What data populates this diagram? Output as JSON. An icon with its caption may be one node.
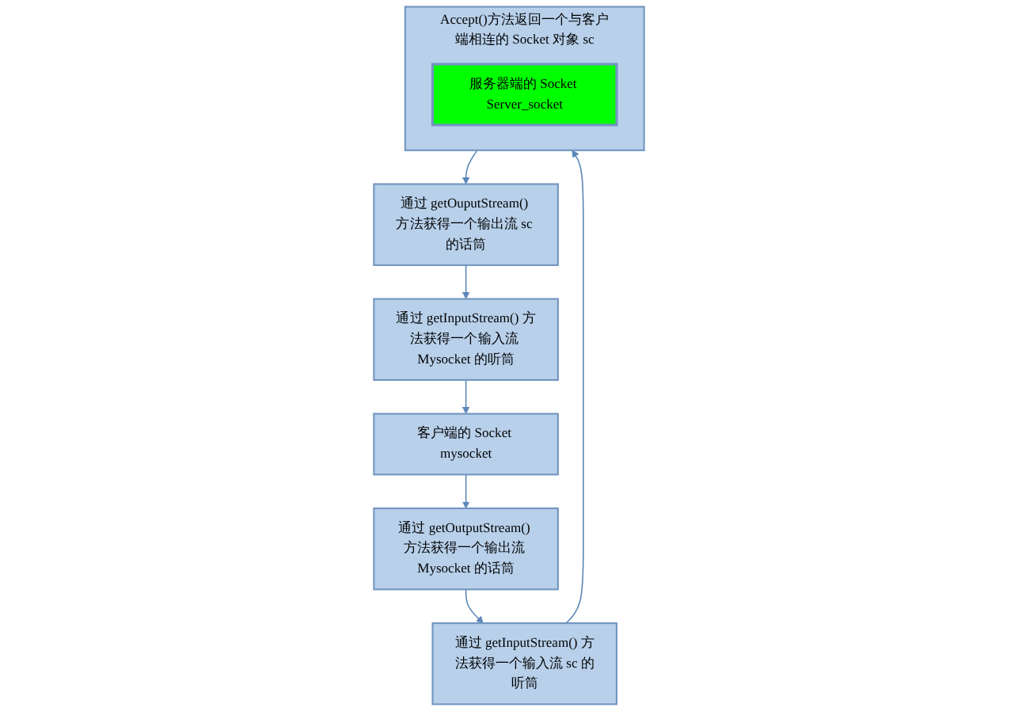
{
  "diagram": {
    "nodes": [
      {
        "text": [
          "通过 getInputStream() 方法获得一个输入流 Mysocket 的听筒"
        ]
      },
      {
        "text": [
          "通过 getOuputStream() 方法获得一个输出流 sc 的话筒"
        ]
      },
      {
        "text": [
          "客户端的 Socket mysocket"
        ]
      },
      {
        "text": [
          "Accept()方法返回一个与客户端相连的 Socket 对象 sc"
        ]
      },
      {
        "text": [
          "服务器端的 Socket Server_socket"
        ],
        "in": 3
      },
      {
        "text": [
          "通过 getOutputStream() 方法获得一个输出流 Mysocket 的话筒"
        ]
      },
      {
        "text": [
          "通过 getInputStream() 方法获得一个输入流 sc 的听筒"
        ]
      }
    ],
    "edges": [
      {
        "from": 1,
        "to": 0,
        "arrow": "to"
      },
      {
        "from": 0,
        "to": 2,
        "arrow": "to"
      },
      {
        "from": 2,
        "to": 5,
        "arrow": "to"
      },
      {
        "from": 5,
        "to": 6,
        "arrow": "to"
      },
      {
        "from": 6,
        "to": 3,
        "arrow": "to"
      },
      {
        "from": 3,
        "to": 1,
        "arrow": "to"
      }
    ]
  }
}
